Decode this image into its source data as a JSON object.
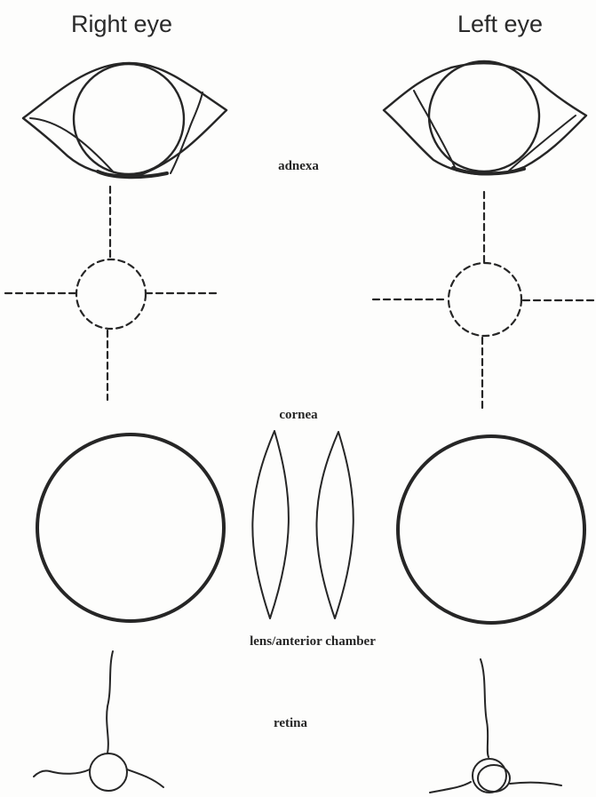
{
  "headings": {
    "right_eye": "Right eye",
    "left_eye": "Left eye"
  },
  "labels": {
    "adnexa": "adnexa",
    "cornea": "cornea",
    "lens": "lens/anterior chamber",
    "retina": "retina"
  },
  "colors": {
    "ink": "#262626",
    "paper": "#fdfdfc"
  }
}
